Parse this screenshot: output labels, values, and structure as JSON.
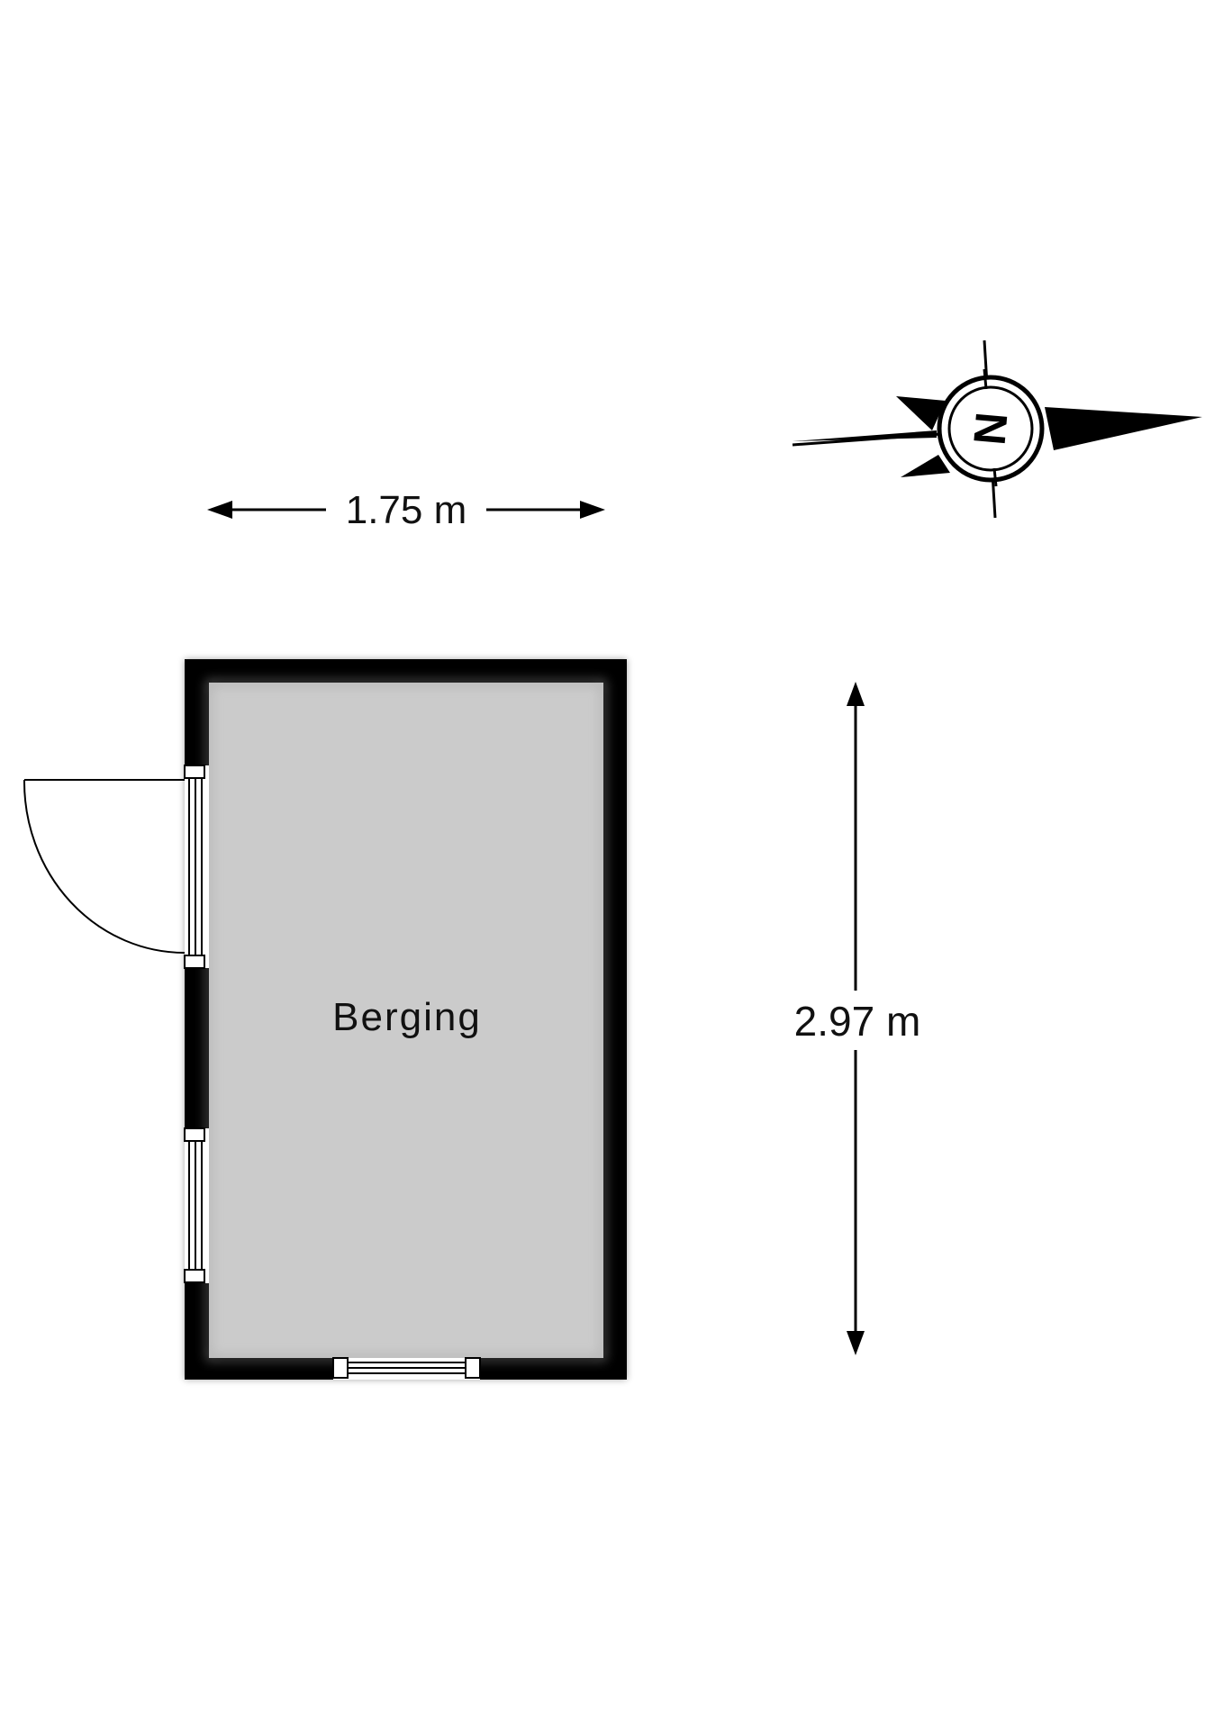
{
  "rooms": [
    {
      "name": "Berging"
    }
  ],
  "dimensions": {
    "width": {
      "label": "1.75 m"
    },
    "height": {
      "label": "2.97 m"
    }
  },
  "compass": {
    "letter": "N",
    "icon": "compass-north-icon"
  },
  "colors": {
    "wall": "#000000",
    "floor": "#cbcbcb",
    "background": "#ffffff",
    "text": "#111111"
  }
}
